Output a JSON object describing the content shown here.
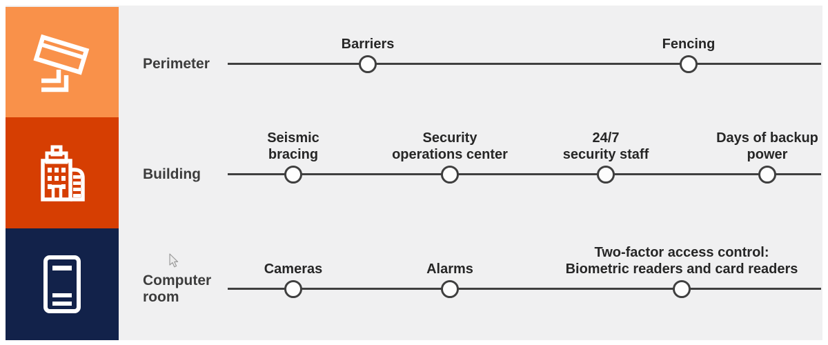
{
  "palette": {
    "page_background": "#ffffff",
    "panel_background": "#f0f0f1",
    "perimeter_block": "#f9914a",
    "building_block": "#d63e02",
    "computer_room_block": "#12224a",
    "line_color": "#3f3f3f",
    "node_fill": "#fdfdfd",
    "text_color": "#262626",
    "icon_color": "#ffffff"
  },
  "sidebar": {
    "blocks": [
      {
        "name": "perimeter",
        "icon": "security-camera-icon",
        "color": "#f9914a"
      },
      {
        "name": "building",
        "icon": "building-icon",
        "color": "#d63e02"
      },
      {
        "name": "computer-room",
        "icon": "server-rack-icon",
        "color": "#12224a"
      }
    ]
  },
  "rows": [
    {
      "label": "Perimeter",
      "nodes": [
        {
          "label": "Barriers"
        },
        {
          "label": "Fencing"
        }
      ]
    },
    {
      "label": "Building",
      "nodes": [
        {
          "label": "Seismic\nbracing"
        },
        {
          "label": "Security\noperations center"
        },
        {
          "label": "24/7\nsecurity staff"
        },
        {
          "label": "Days of backup\npower"
        }
      ]
    },
    {
      "label": "Computer\nroom",
      "nodes": [
        {
          "label": "Cameras"
        },
        {
          "label": "Alarms"
        },
        {
          "label": "Two-factor access control:\nBiometric readers and card readers"
        }
      ]
    }
  ]
}
